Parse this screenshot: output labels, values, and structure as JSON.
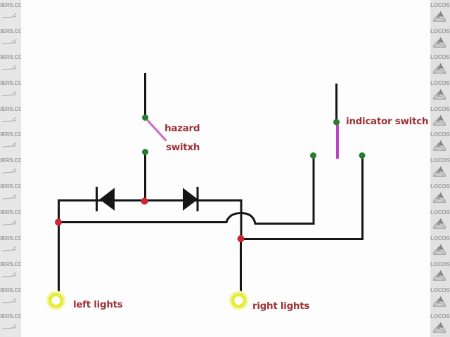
{
  "diagram": {
    "labels": {
      "hazard_line1": "hazard",
      "hazard_line2": "switxh",
      "indicator": "indicator switch",
      "left_lights": "left lights",
      "right_lights": "right lights"
    },
    "colors": {
      "wire": "#161616",
      "contact_green": "#2b7c2f",
      "junction_red": "#ce2433",
      "hazard_lever": "#cb79c5",
      "indicator_lever": "#b844c4",
      "label_red": "#9d3339",
      "lamp_yellow": "#e5ec3a",
      "lamp_glow": "#f4f7b7"
    }
  },
  "watermarks": {
    "left_text": "DERS.CO",
    "right_text": "LOCOST"
  }
}
